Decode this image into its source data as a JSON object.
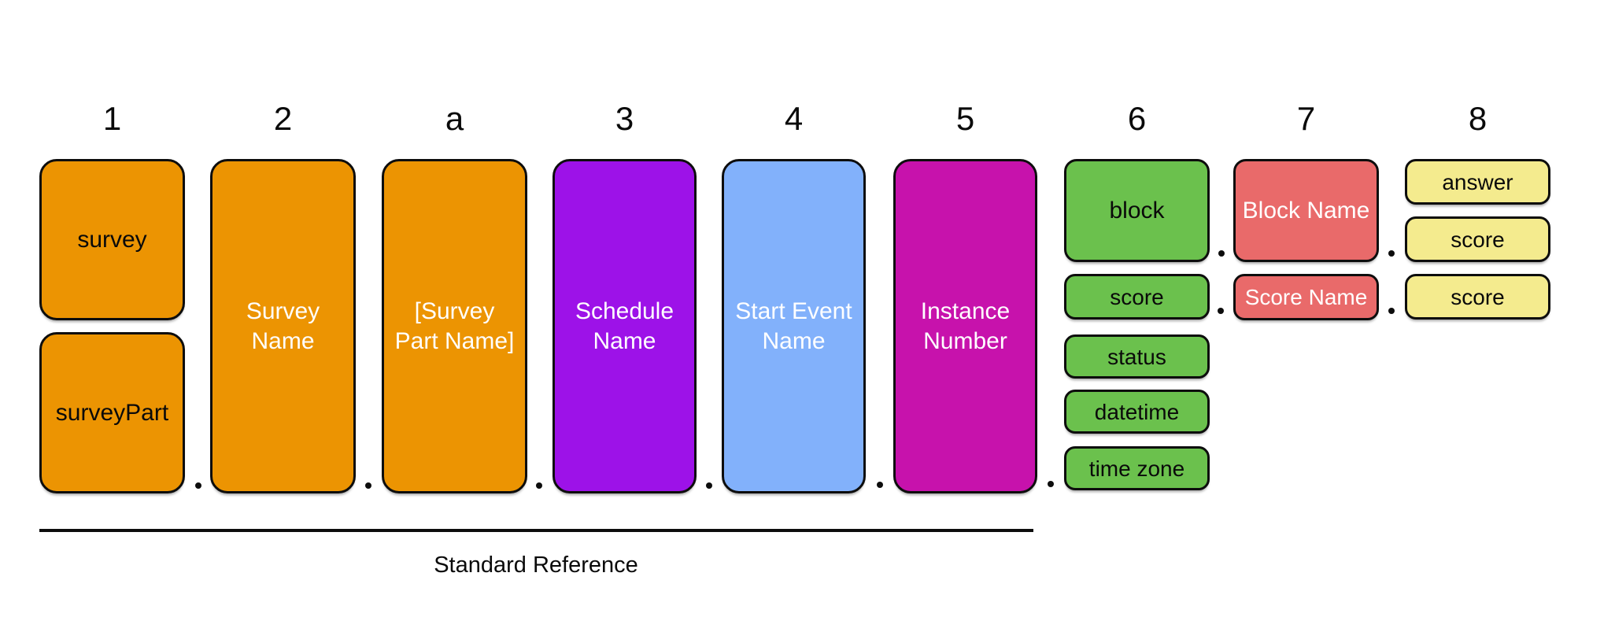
{
  "diagram": {
    "caption": "Standard Reference",
    "separator_glyph": ".",
    "columns": [
      {
        "label": "1",
        "boxes": [
          "survey",
          "surveyPart"
        ]
      },
      {
        "label": "2",
        "boxes": [
          "Survey\nName"
        ]
      },
      {
        "label": "a",
        "boxes": [
          "[Survey\nPart Name]"
        ]
      },
      {
        "label": "3",
        "boxes": [
          "Schedule\nName"
        ]
      },
      {
        "label": "4",
        "boxes": [
          "Start Event\nName"
        ]
      },
      {
        "label": "5",
        "boxes": [
          "Instance\nNumber"
        ]
      },
      {
        "label": "6",
        "boxes": [
          "block",
          "score",
          "status",
          "datetime",
          "time zone"
        ]
      },
      {
        "label": "7",
        "boxes": [
          "Block Name",
          "Score Name"
        ]
      },
      {
        "label": "8",
        "boxes": [
          "answer",
          "score",
          "score"
        ]
      }
    ],
    "colors": {
      "orange": "#EC9402",
      "purple": "#9D12E8",
      "blue": "#82B1FB",
      "magenta": "#C712AC",
      "green": "#6BC14D",
      "red": "#E96A6A",
      "yellow": "#F4EB8E",
      "outline": "#0D0D0D",
      "background": "#FFFFFF",
      "text_dark": "#0A0A0A",
      "text_light": "#FFFFFF"
    }
  }
}
